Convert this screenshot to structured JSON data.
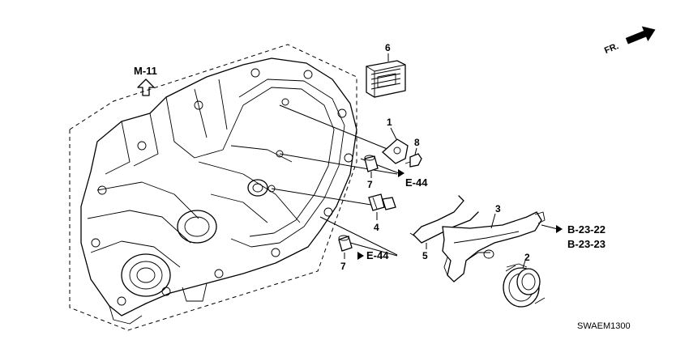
{
  "direction_marker": {
    "text": "FR.",
    "icon": "forward-arrow-icon"
  },
  "reference_top": {
    "text": "M-11",
    "icon": "up-arrow-icon"
  },
  "refs": {
    "e44_a": "E-44",
    "e44_b": "E-44",
    "b2322": "B-23-22",
    "b2323": "B-23-23"
  },
  "callouts": {
    "p1": "1",
    "p2": "2",
    "p3": "3",
    "p4": "4",
    "p5": "5",
    "p6": "6",
    "p7a": "7",
    "p7b": "7",
    "p8": "8"
  },
  "diagram_code": "SWAEM1300"
}
